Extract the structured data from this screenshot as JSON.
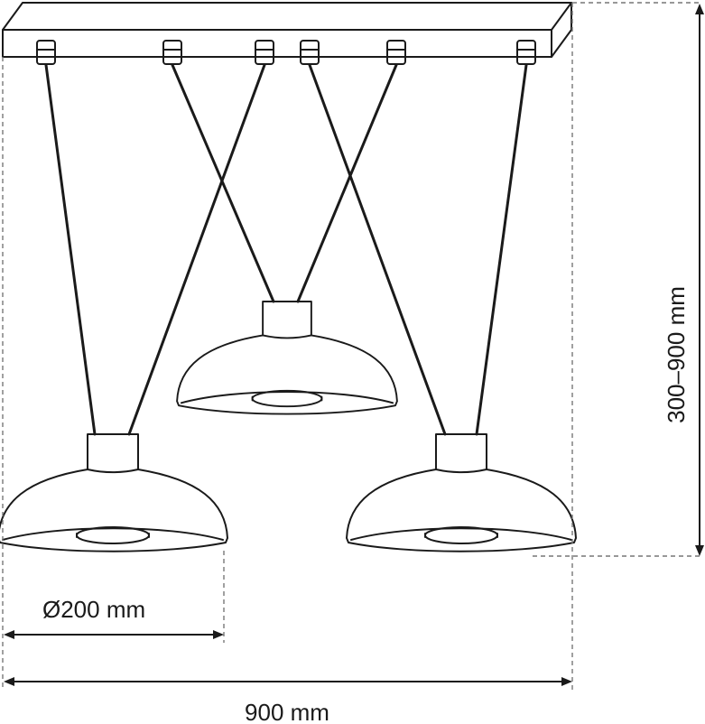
{
  "diagram": {
    "subject": "three-shade pendant lamp on rectangular ceiling canopy",
    "pendant_count": 3,
    "dimensions": {
      "shade_diameter_label": "Ø200 mm",
      "total_width_label": "900 mm",
      "height_range_label": "300–900 mm"
    },
    "colors": {
      "line": "#1a1a1a",
      "dash": "#777777",
      "background": "#ffffff"
    }
  }
}
